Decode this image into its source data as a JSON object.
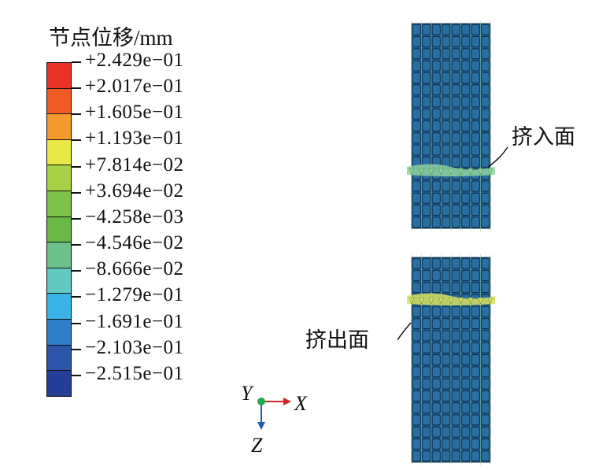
{
  "legend": {
    "title": "节点位移/mm",
    "labels": [
      "+2.429e−01",
      "+2.017e−01",
      "+1.605e−01",
      "+1.193e−01",
      "+7.814e−02",
      "+3.694e−02",
      "−4.258e−03",
      "−4.546e−02",
      "−8.666e−02",
      "−1.279e−01",
      "−1.691e−01",
      "−2.103e−01",
      "−2.515e−01"
    ],
    "colors": [
      "#e8322a",
      "#ef5a26",
      "#f59a2c",
      "#e9e844",
      "#a8d245",
      "#7cc24a",
      "#6ab845",
      "#6ec08a",
      "#63c9c0",
      "#3ab4e6",
      "#2f7ec8",
      "#2d56aa",
      "#233e96"
    ]
  },
  "axes": {
    "x": "X",
    "y": "Y",
    "z": "Z"
  },
  "annotations": {
    "inlet": "挤入面",
    "outlet": "挤出面"
  },
  "mesh_colors": {
    "fill": "#1f5a8a",
    "cell": "#2a6fa3",
    "highlight_top": "#8ed2a0",
    "highlight_bottom": "#d8e060"
  }
}
